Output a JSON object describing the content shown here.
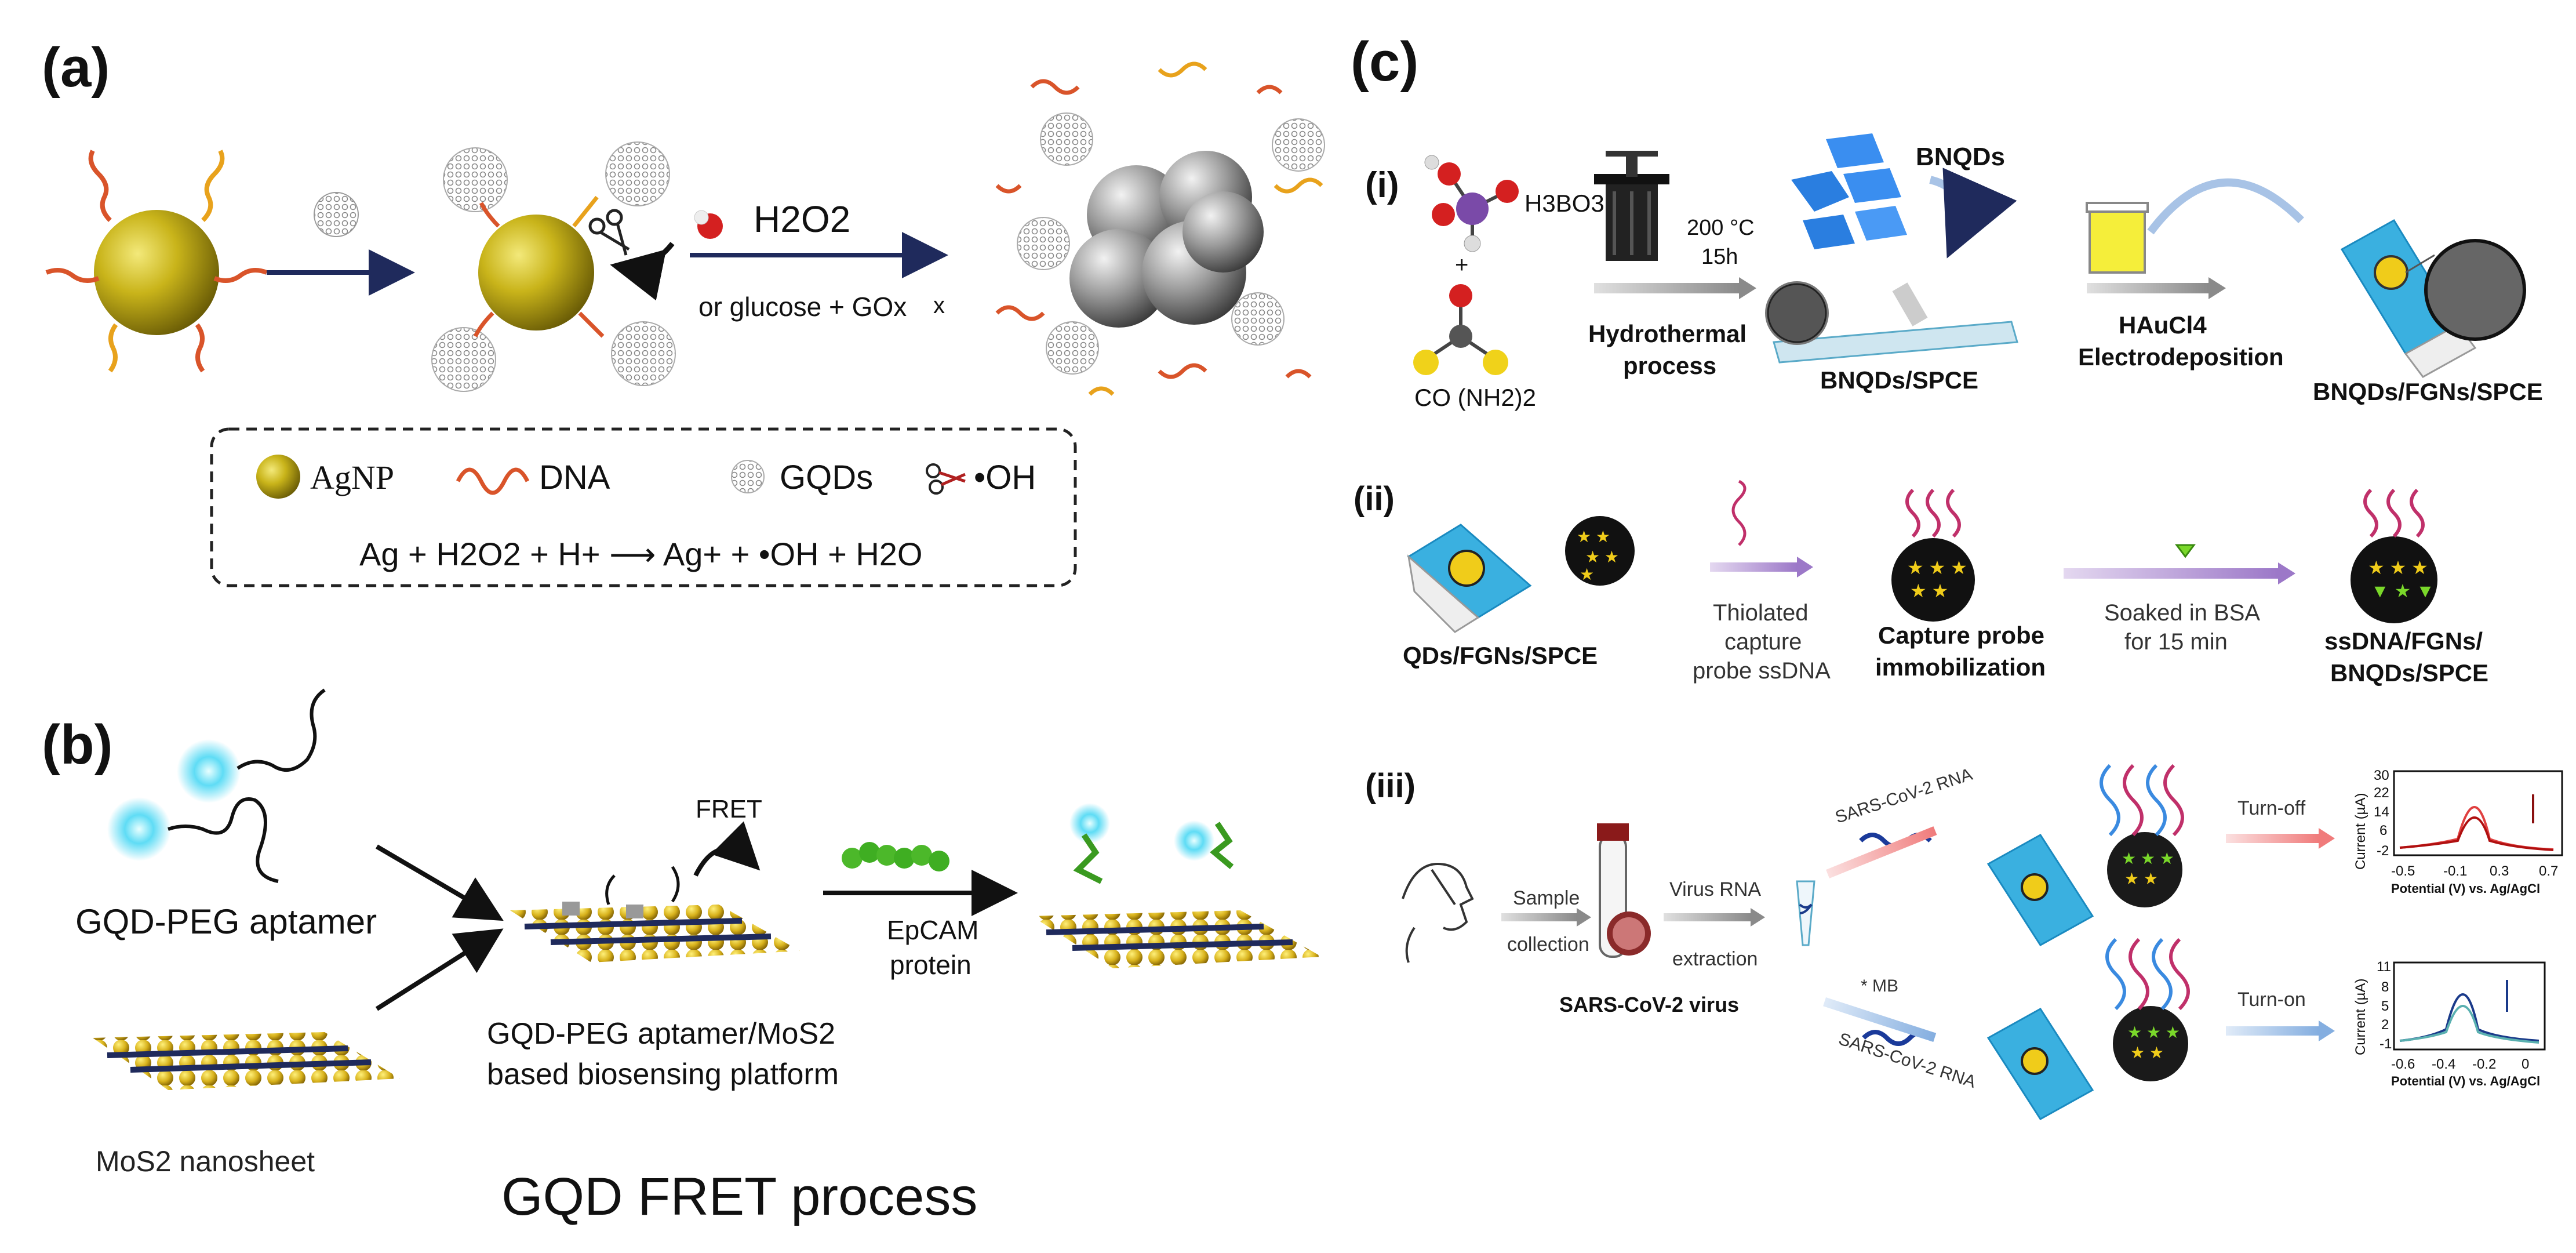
{
  "panels": {
    "a": "(a)",
    "b": "(b)",
    "c": "(c)"
  },
  "panel_a": {
    "reagent_main": "H2O2",
    "reagent_alt": "or glucose + GOx",
    "legend": {
      "agnp": "AgNP",
      "dna": "DNA",
      "gqds": "GQDs",
      "oh": "•OH"
    },
    "equation": "Ag + H2O2 + H+ ⟶ Ag+ + •OH + H2O"
  },
  "panel_b": {
    "gqd_peg": "GQD-PEG aptamer",
    "mos2": "MoS2 nanosheet",
    "fret": "FRET",
    "epcam_line1": "EpCAM",
    "epcam_line2": "protein",
    "platform_line1": "GQD-PEG aptamer/MoS2",
    "platform_line2": "based biosensing platform",
    "caption": "GQD FRET process"
  },
  "panel_c": {
    "sub_i": "(i)",
    "sub_ii": "(ii)",
    "sub_iii": "(iii)",
    "h3bo3": "H3BO3",
    "plus": "+",
    "urea": "CO (NH2)2",
    "temp": "200 °C",
    "time": "15h",
    "hydro1": "Hydrothermal",
    "hydro2": "process",
    "bnqds": "BNQDs",
    "bnqds_spce": "BNQDs/SPCE",
    "haucl4": "HAuCl4",
    "electro": "Electrodeposition",
    "bnqds_fgns": "BNQDs/FGNs/SPCE",
    "qds_fgns": "QDs/FGNs/SPCE",
    "thiol1": "Thiolated",
    "thiol2": "capture",
    "thiol3": "probe ssDNA",
    "capture1": "Capture probe",
    "capture2": "immobilization",
    "soak1": "Soaked in BSA",
    "soak2": "for 15 min",
    "ssdna1": "ssDNA/FGNs/",
    "ssdna2": "BNQDs/SPCE",
    "sample1": "Sample",
    "sample2": "collection",
    "virus_rna1": "Virus RNA",
    "virus_rna2": "extraction",
    "sars_virus": "SARS-CoV-2 virus",
    "sars_rna": "SARS-CoV-2 RNA",
    "mb": "* MB",
    "turn_off": "Turn-off",
    "turn_on": "Turn-on",
    "current": "Current (µA)",
    "potential": "Potential (V) vs. Ag/AgCl",
    "plot1_yticks": [
      "30",
      "22",
      "14",
      "6",
      "-2"
    ],
    "plot1_xticks": [
      "-0.5",
      "-0.1",
      "0.3",
      "0.7"
    ],
    "plot2_yticks": [
      "11",
      "8",
      "5",
      "2",
      "-1"
    ],
    "plot2_xticks": [
      "-0.6",
      "-0.4",
      "-0.2",
      "0"
    ]
  }
}
